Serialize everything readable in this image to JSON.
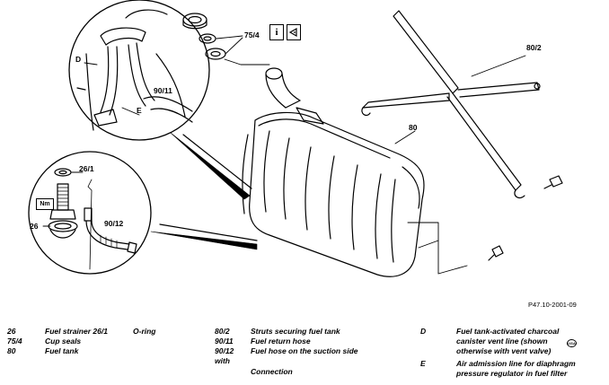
{
  "callouts": {
    "c_75_4": "75/4",
    "c_80_2": "80/2",
    "c_80": "80",
    "c_26_1": "26/1",
    "c_26": "26",
    "c_90_12": "90/12",
    "c_90_11": "90/11",
    "c_D": "D",
    "c_E": "E"
  },
  "symbols": {
    "info": "i",
    "nm": "Nm"
  },
  "reference": "P47.10-2001-09",
  "legend": {
    "col1": [
      {
        "code": "26",
        "text": "Fuel strainer 26/1",
        "extra": "O-ring"
      },
      {
        "code": "75/4",
        "text": "Cup seals"
      },
      {
        "code": "80",
        "text": "Fuel tank"
      }
    ],
    "col2": [
      {
        "code": "80/2",
        "text": "Struts securing fuel tank"
      },
      {
        "code": "90/11",
        "text": "Fuel return hose"
      },
      {
        "code": "90/12",
        "text": "Fuel hose on the suction side"
      },
      {
        "code": "with",
        "text": ""
      },
      {
        "code": "",
        "text": "Connection"
      }
    ],
    "col3": [
      {
        "code": "D",
        "line1": "Fuel tank-activated charcoal",
        "line2": "canister vent line (shown",
        "line3": "otherwise with vent valve)",
        "usa": "USA"
      },
      {
        "code": "E",
        "line1": "Air admission line for diaphragm",
        "line2": "pressure regulator in fuel filter"
      }
    ]
  }
}
